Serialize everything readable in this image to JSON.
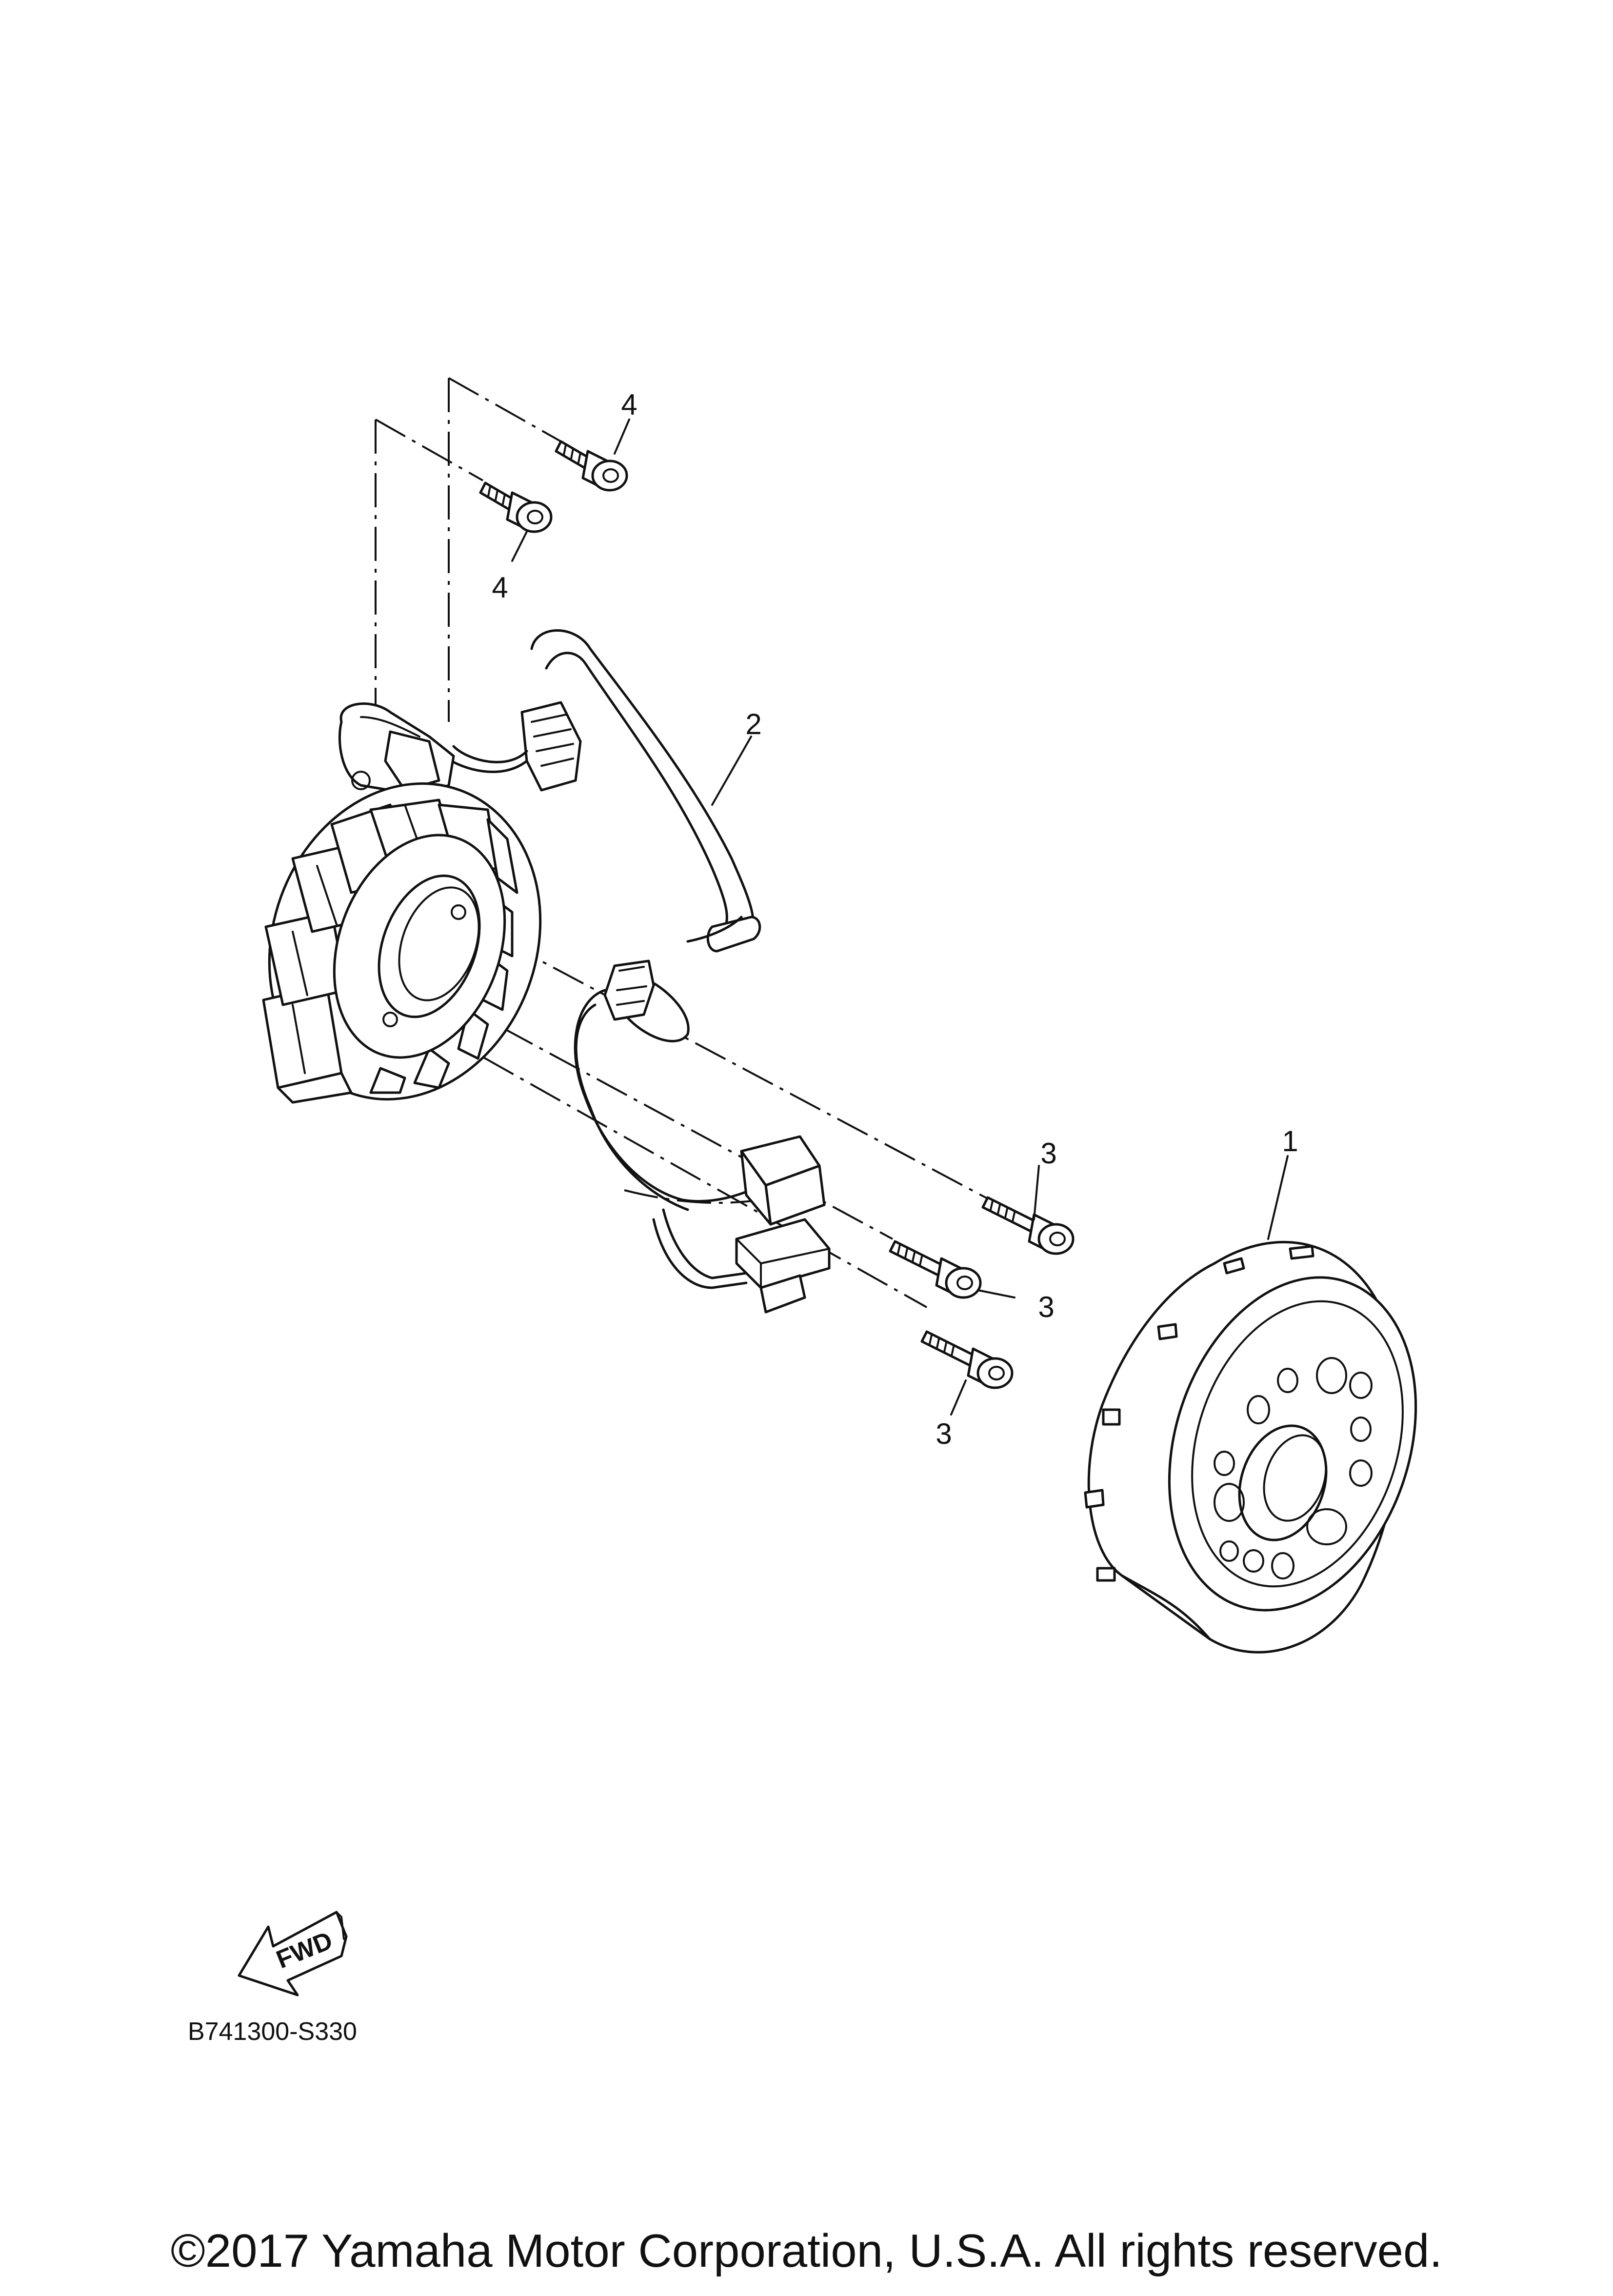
{
  "callouts": {
    "flywheel": "1",
    "wire_harness": "2",
    "bolt_a": "3",
    "bolt_b": "3",
    "bolt_c": "3",
    "screw_upper": "4",
    "screw_lower": "4"
  },
  "fwd_label": "FWD",
  "diagram_code": "B741300-S330",
  "copyright": "©2017 Yamaha Motor Corporation, U.S.A. All rights reserved."
}
